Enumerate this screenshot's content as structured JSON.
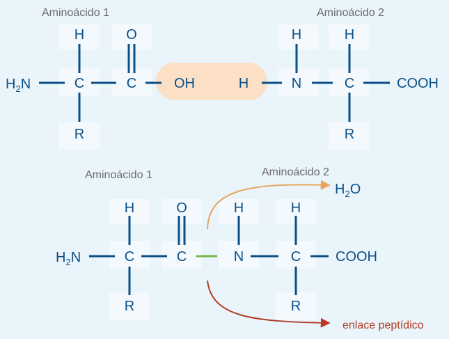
{
  "colors": {
    "background": "#e9f4fb",
    "tile": "#f3f9fd",
    "atom": "#0c4f86",
    "caption": "#6b6b6b",
    "highlight": "#fbe0c6",
    "peptide_bond": "#7ab648",
    "water_arrow": "#e8a45a",
    "bond_arrow": "#b43c26"
  },
  "top": {
    "caption_aa1": "Aminoácido 1",
    "caption_aa2": "Aminoácido 2",
    "amine_h": "H",
    "amine_sub": "2",
    "amine_n": "N",
    "h1": "H",
    "c1": "C",
    "r1": "R",
    "o1": "O",
    "c2": "C",
    "oh": "OH",
    "h_leaving": "H",
    "h2": "H",
    "n2": "N",
    "h3": "H",
    "c3": "C",
    "r2": "R",
    "cooh": "COOH"
  },
  "bottom": {
    "caption_aa1": "Aminoácido 1",
    "caption_aa2": "Aminoácido 2",
    "water_h": "H",
    "water_sub": "2",
    "water_o": "O",
    "amine_h": "H",
    "amine_sub": "2",
    "amine_n": "N",
    "h1": "H",
    "c1": "C",
    "r1": "R",
    "o1": "O",
    "c2": "C",
    "h2": "H",
    "n2": "N",
    "h3": "H",
    "c3": "C",
    "r2": "R",
    "cooh": "COOH",
    "bond_label": "enlace peptídico"
  }
}
